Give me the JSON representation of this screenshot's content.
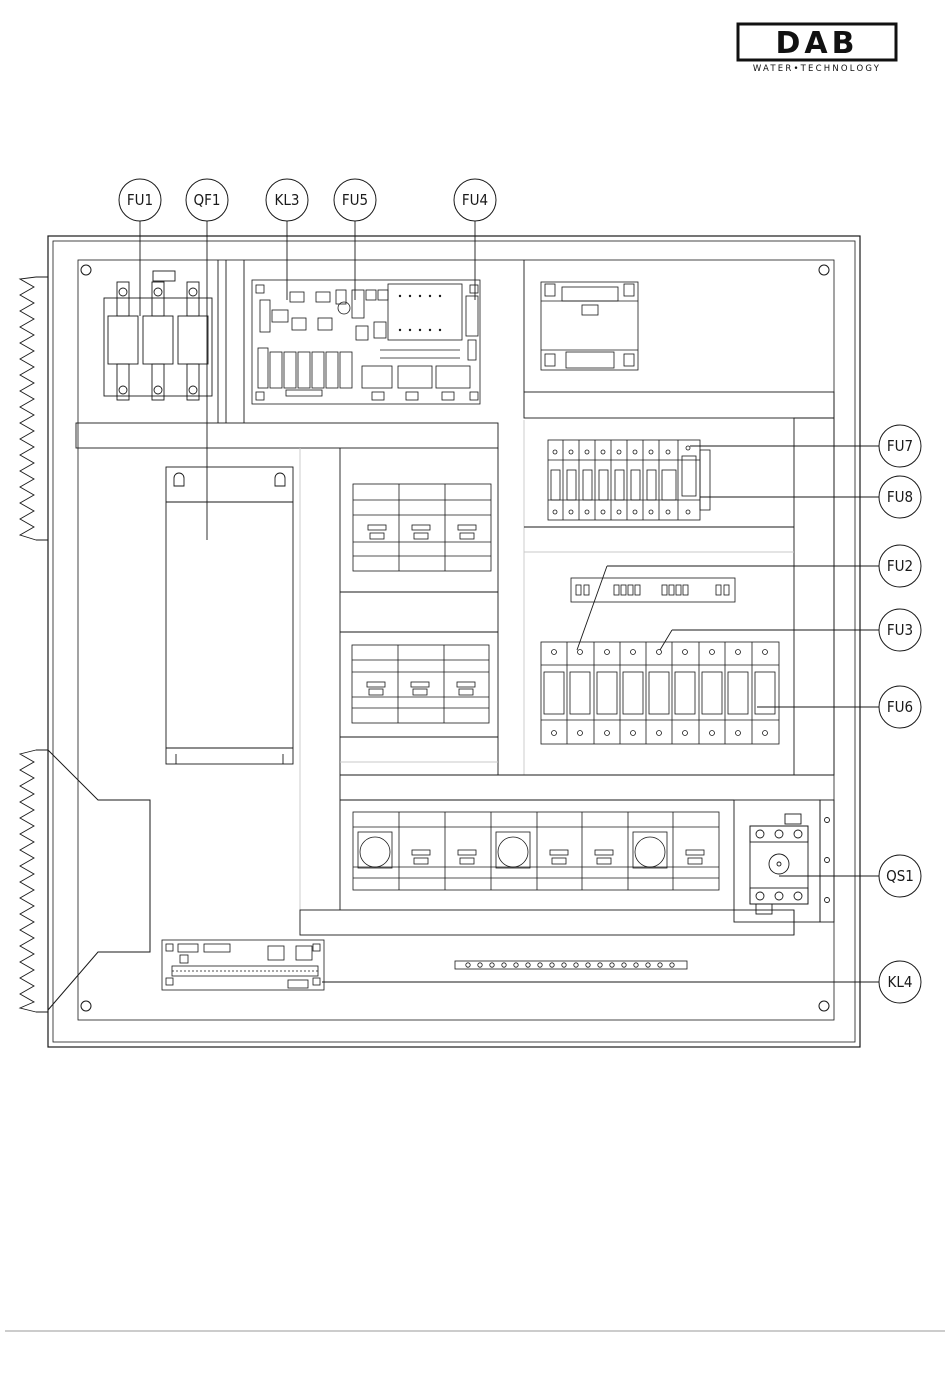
{
  "logo": {
    "brand": "DAB",
    "tagline": "WATER•TECHNOLOGY"
  },
  "labels": {
    "fu1": "FU1",
    "qf1": "QF1",
    "kl3": "KL3",
    "fu5": "FU5",
    "fu4": "FU4",
    "fu7": "FU7",
    "fu8": "FU8",
    "fu2": "FU2",
    "fu3": "FU3",
    "fu6": "FU6",
    "qs1": "QS1",
    "kl4": "KL4"
  },
  "colors": {
    "line": "#1a1a1a",
    "faint": "#bfbfbf",
    "background": "#ffffff"
  }
}
